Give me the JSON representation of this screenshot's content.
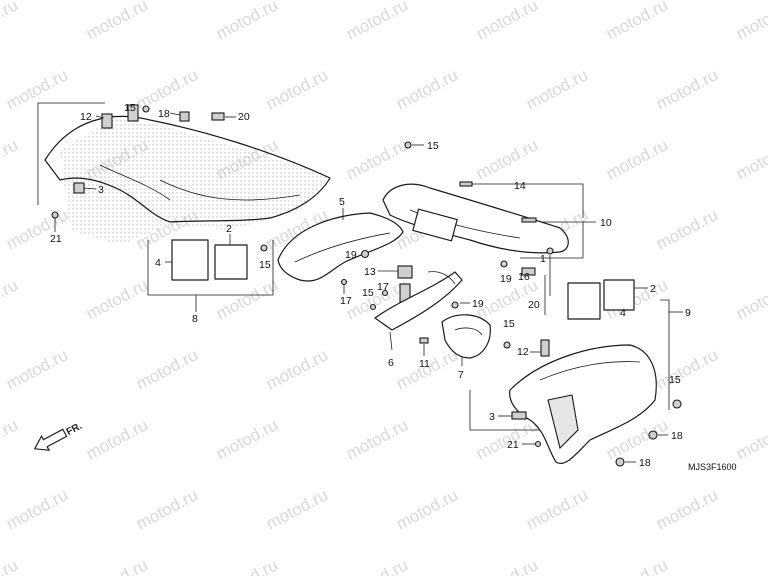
{
  "diagram": {
    "watermark": "motod.ru",
    "diagram_code": "MJS3F1600",
    "fr_arrow": "FR.",
    "left_group": {
      "box": "8",
      "labels": {
        "n12": "12",
        "n15a": "15",
        "n18": "18",
        "n20": "20",
        "n3": "3",
        "n21": "21",
        "n4": "4",
        "n2": "2",
        "n15b": "15"
      }
    },
    "center_parts": {
      "labels": {
        "n5": "5",
        "n19a": "19",
        "n13": "13",
        "n17a": "17",
        "n17b": "17",
        "n15": "15",
        "n6": "6",
        "n11": "11",
        "n7": "7",
        "n19b": "19"
      }
    },
    "right_top": {
      "labels": {
        "n15": "15",
        "n14": "14",
        "n10": "10",
        "n1": "1",
        "n19": "19",
        "n16": "16",
        "n20": "20",
        "n15b": "15",
        "n12": "12"
      }
    },
    "right_group": {
      "box": "9",
      "labels": {
        "n2": "2",
        "n4": "4",
        "n3": "3",
        "n21": "21",
        "n15": "15",
        "n18a": "18",
        "n18b": "18"
      }
    }
  }
}
